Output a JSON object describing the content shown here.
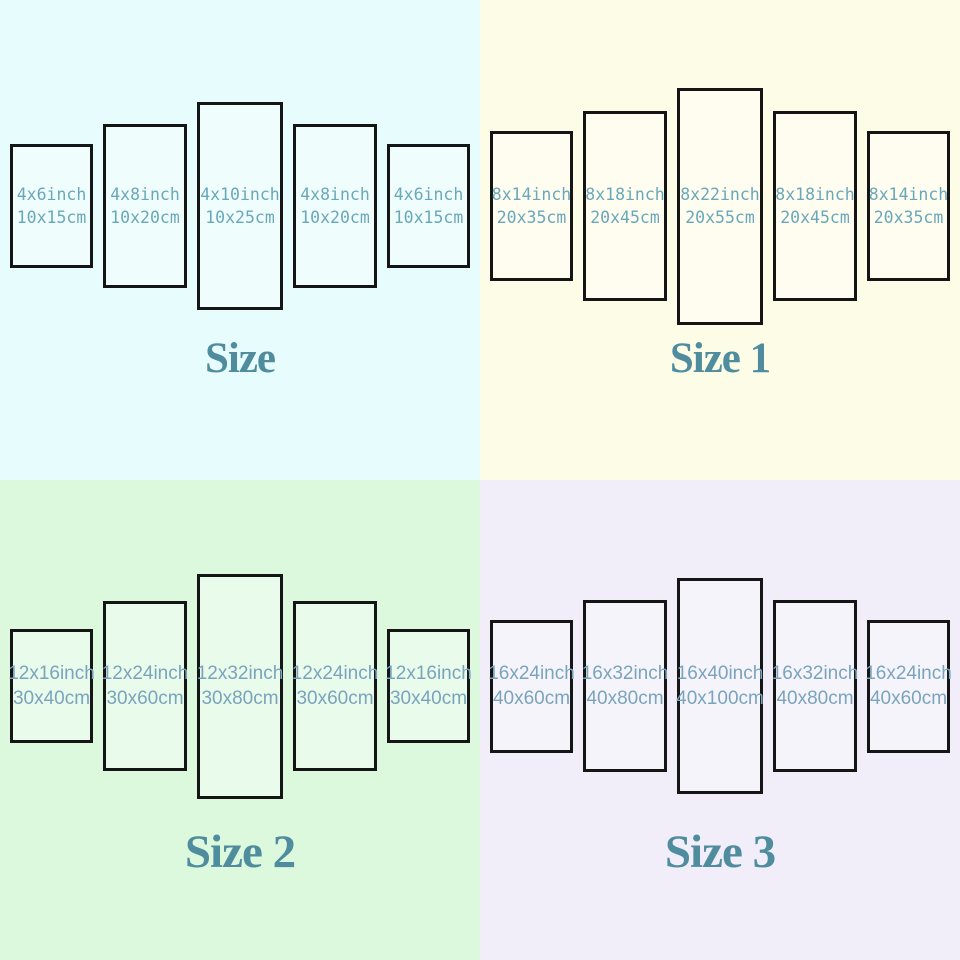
{
  "colors": {
    "title": "#4f8d9e",
    "label_top": "#69a8ba",
    "label_bottom": "#7aa4bd",
    "panel_border": "#151515",
    "bg_top_left": "#e7fcfc",
    "bg_top_right": "#fdfce7",
    "bg_bottom_left": "#dcf9de",
    "bg_bottom_right": "#f1edf9"
  },
  "quadrants": [
    {
      "title": "Size",
      "bg": "#e7fcfc",
      "panels": [
        {
          "inch": "4x6inch",
          "cm": "10x15cm"
        },
        {
          "inch": "4x8inch",
          "cm": "10x20cm"
        },
        {
          "inch": "4x10inch",
          "cm": "10x25cm"
        },
        {
          "inch": "4x8inch",
          "cm": "10x20cm"
        },
        {
          "inch": "4x6inch",
          "cm": "10x15cm"
        }
      ]
    },
    {
      "title": "Size 1",
      "bg": "#fdfce7",
      "panels": [
        {
          "inch": "8x14inch",
          "cm": "20x35cm"
        },
        {
          "inch": "8x18inch",
          "cm": "20x45cm"
        },
        {
          "inch": "8x22inch",
          "cm": "20x55cm"
        },
        {
          "inch": "8x18inch",
          "cm": "20x45cm"
        },
        {
          "inch": "8x14inch",
          "cm": "20x35cm"
        }
      ]
    },
    {
      "title": "Size 2",
      "bg": "#dcf9de",
      "panels": [
        {
          "inch": "12x16inch",
          "cm": "30x40cm"
        },
        {
          "inch": "12x24inch",
          "cm": "30x60cm"
        },
        {
          "inch": "12x32inch",
          "cm": "30x80cm"
        },
        {
          "inch": "12x24inch",
          "cm": "30x60cm"
        },
        {
          "inch": "12x16inch",
          "cm": "30x40cm"
        }
      ]
    },
    {
      "title": "Size 3",
      "bg": "#f1edf9",
      "panels": [
        {
          "inch": "16x24inch",
          "cm": "40x60cm"
        },
        {
          "inch": "16x32inch",
          "cm": "40x80cm"
        },
        {
          "inch": "16x40inch",
          "cm": "40x100cm"
        },
        {
          "inch": "16x32inch",
          "cm": "40x80cm"
        },
        {
          "inch": "16x24inch",
          "cm": "40x60cm"
        }
      ]
    }
  ]
}
